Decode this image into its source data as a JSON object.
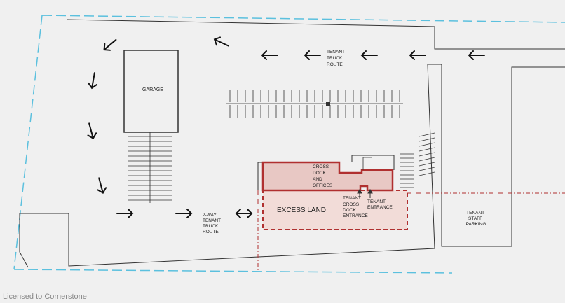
{
  "labels": {
    "garage": "GARAGE",
    "tenant_truck_route_top": [
      "TENANT",
      "TRUCK",
      "ROUTE"
    ],
    "two_way_route": [
      "2-WAY",
      "TENANT",
      "TRUCK",
      "ROUTE"
    ],
    "cross_dock": [
      "CROSS",
      "DOCK",
      "AND",
      "OFFICES"
    ],
    "excess_land": "EXCESS LAND",
    "tenant_cross_dock_entrance": [
      "TENANT",
      "CROSS",
      "DOCK",
      "ENTRANCE"
    ],
    "tenant_entrance": [
      "TENANT",
      "ENTRANCE"
    ],
    "tenant_staff_parking": [
      "TENANT",
      "STAFF",
      "PARKING"
    ]
  },
  "footer": {
    "license": "Licensed to Cornerstone"
  },
  "colors": {
    "boundary": "#5bc0de",
    "building_fill": "#e8c8c4",
    "building_stroke": "#b03030",
    "excess_fill": "#f2dcd8",
    "line": "#333333",
    "background": "#f0f0f0"
  }
}
